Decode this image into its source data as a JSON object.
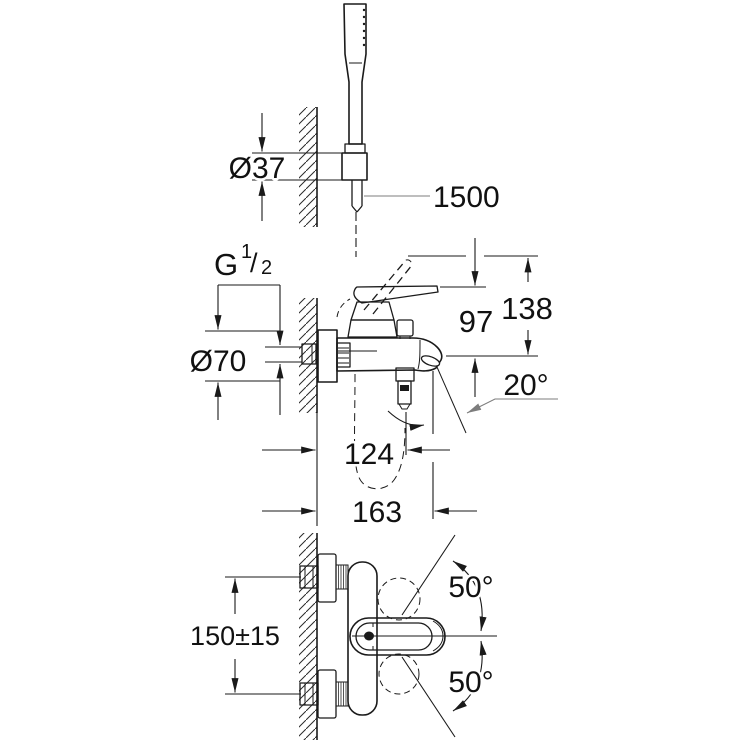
{
  "drawing": {
    "type": "technical dimension drawing",
    "product": "Wall-mounted single-lever bath/shower mixer with hand shower set",
    "units": "mm",
    "colors": {
      "line": "#1a1a1a",
      "leader": "#7d7d7d",
      "background": "#ffffff"
    },
    "labels": {
      "holder_escutcheon_diameter": "Ø37",
      "shower_hose_length": "1500",
      "thread_letter": "G",
      "thread_numerator": "1",
      "thread_slash": "/",
      "thread_denominator": "2",
      "wall_escutcheon_diameter": "Ø70",
      "height_spout_to_lever": "97",
      "height_spout_to_lever_raised": "138",
      "spout_stream_angle": "20°",
      "wall_to_shower_outlet": "124",
      "wall_to_spout_tip": "163",
      "connection_centre_distance": "150±15",
      "lever_swing_upper": "50°",
      "lever_swing_lower": "50°"
    }
  }
}
